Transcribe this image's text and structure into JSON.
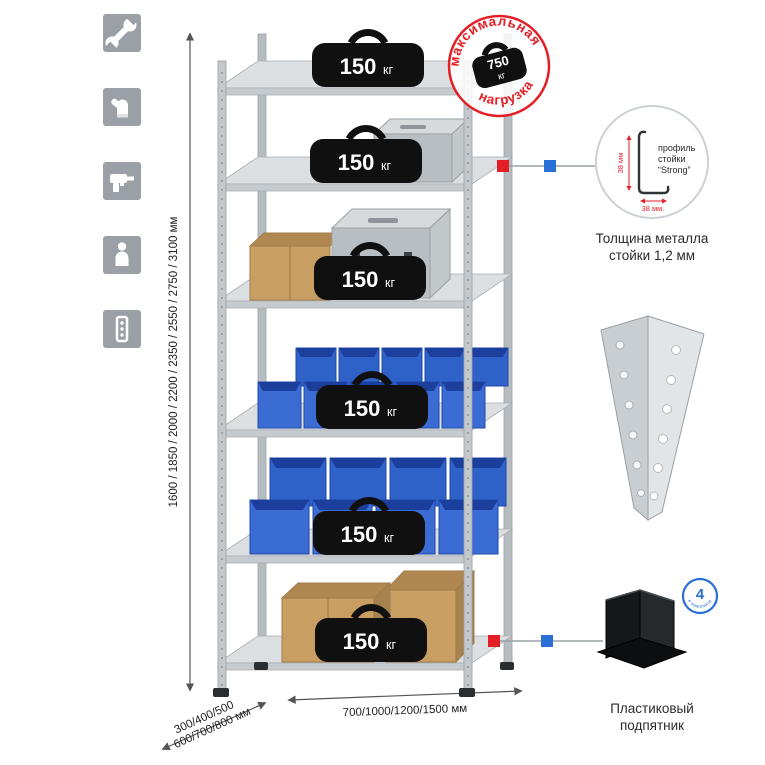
{
  "left_toolbar": {
    "icons": [
      {
        "name": "wrench-icon"
      },
      {
        "name": "gloves-icon"
      },
      {
        "name": "drill-icon"
      },
      {
        "name": "person-icon"
      },
      {
        "name": "rack-post-icon"
      }
    ]
  },
  "dimensions": {
    "height_label": "1600 / 1850 / 2000 / 2200 / 2350 / 2550 / 2750 / 3100 мм",
    "depth_label_line1": "300/400/500",
    "depth_label_line2": "600/700/800 мм",
    "width_label": "700/1000/1200/1500 мм"
  },
  "shelves": {
    "count": 6,
    "load_values": [
      "150",
      "150",
      "150",
      "150",
      "150",
      "150"
    ],
    "load_unit": "кг"
  },
  "max_load_stamp": {
    "arc_top": "максимальная",
    "arc_bottom": "нагрузка",
    "value": "750",
    "unit": "кг",
    "color": "#e31e24"
  },
  "profile_callout": {
    "dim_vertical": "38 мм",
    "dim_horizontal": "38 мм.",
    "label_lines": [
      "профиль",
      "стойки",
      "“Strong”"
    ],
    "caption_lines": [
      "Толщина металла",
      "стойки 1,2 мм"
    ]
  },
  "foot_callout": {
    "badge_number": "4",
    "badge_text": "в комплекте",
    "caption_lines": [
      "Пластиковый",
      "подпятник"
    ],
    "badge_color": "#2a6fd6"
  },
  "colors": {
    "accent_red": "#e31e24",
    "accent_blue": "#2a6fd6",
    "metal_light": "#dcdfe2",
    "metal_mid": "#c6cbcf",
    "bin_blue": "#2f62c8",
    "cardboard": "#c99e63"
  }
}
